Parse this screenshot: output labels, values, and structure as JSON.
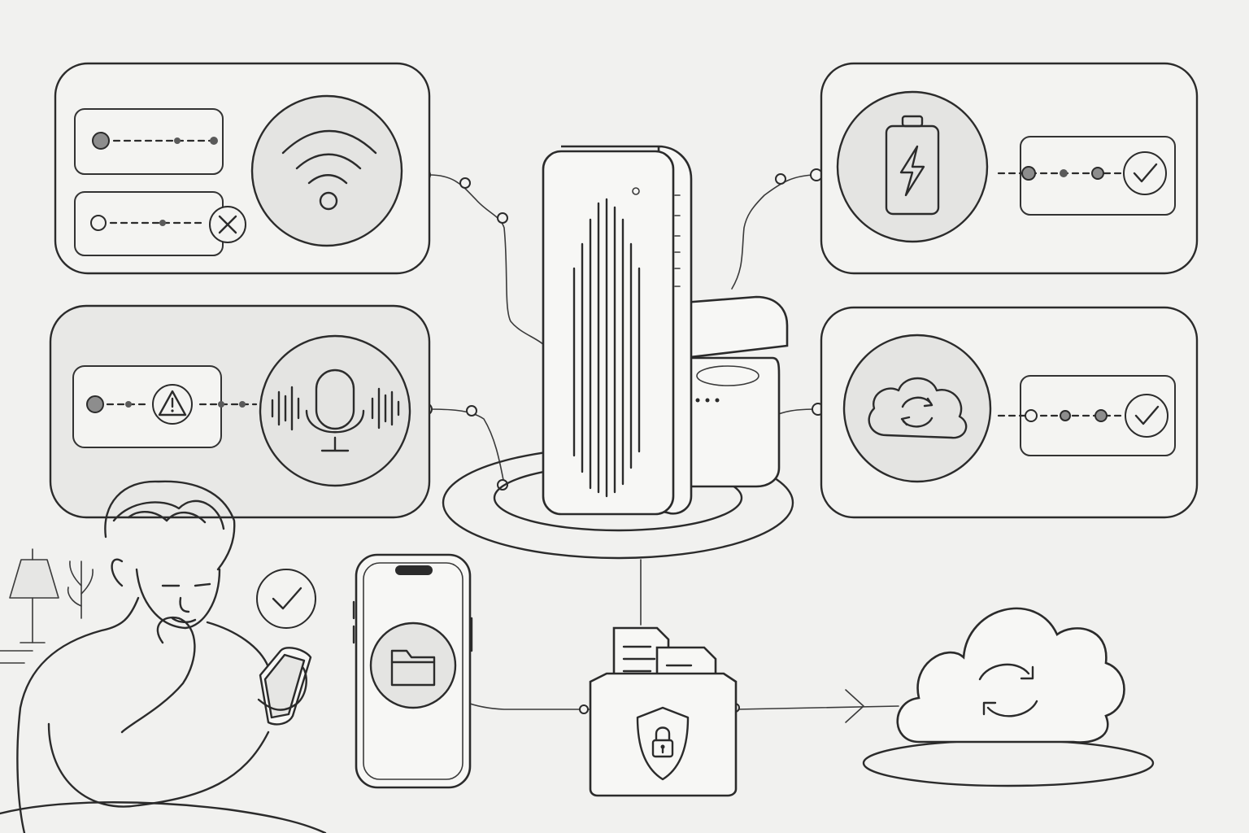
{
  "diagram": {
    "nodes": [
      {
        "id": "wifi",
        "icon": "wifi-icon",
        "status_rows": [
          "connected-dot",
          "failed-cross"
        ]
      },
      {
        "id": "microphone",
        "icon": "microphone-icon",
        "status_rows": [
          "warning"
        ]
      },
      {
        "id": "battery",
        "icon": "battery-charging-icon",
        "status_rows": [
          "check"
        ]
      },
      {
        "id": "cloud-sync",
        "icon": "cloud-sync-icon",
        "status_rows": [
          "check"
        ]
      },
      {
        "id": "recorder",
        "icon": "voice-recorder-device"
      },
      {
        "id": "phone",
        "icon": "folder-icon"
      },
      {
        "id": "secure-storage",
        "icon": "shield-lock-icon"
      },
      {
        "id": "cloud",
        "icon": "cloud-refresh-icon"
      },
      {
        "id": "user",
        "icon": "check-icon"
      }
    ],
    "colors": {
      "ink": "#2b2b2b",
      "background": "#f1f1ef",
      "fill": "#e4e4e2"
    }
  }
}
